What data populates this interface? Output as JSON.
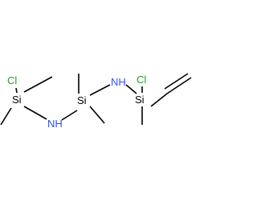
{
  "colors": {
    "carbon": "#000000",
    "silicon": "#000000",
    "nitrogen": "#3050F8",
    "chlorine": "#1FA01F",
    "background": "#ffffff"
  },
  "atoms": {
    "cl_left": "Cl",
    "si_left": "Si",
    "nh_left": "NH",
    "si_mid": "Si",
    "nh_right": "NH",
    "si_right": "Si",
    "cl_right": "Cl"
  }
}
